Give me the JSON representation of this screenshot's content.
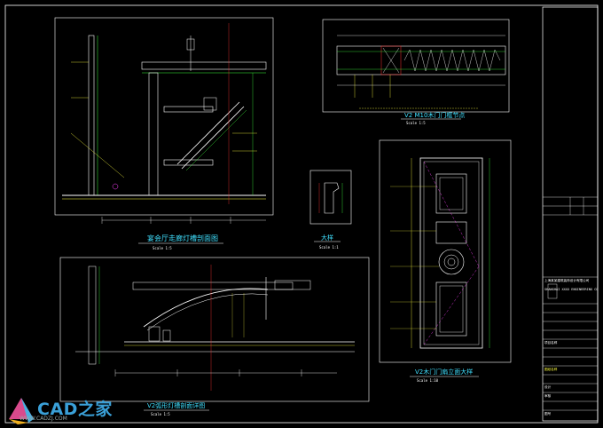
{
  "drawing": {
    "titles": {
      "view1": "宴会厅走廊灯槽剖面图",
      "view1_scale": "Scale 1:5",
      "view2": "V2 M10木门门框节点",
      "view2_scale": "Scale 1:5",
      "view3": "大样",
      "view3_scale": "Scale 1:1",
      "view4": "V2木门门扇立面大样",
      "view4_scale": "Scale 1:10",
      "view5": "V2弧形灯槽剖面详图",
      "view5_scale": "Scale 1:5"
    },
    "colors": {
      "bg": "#000000",
      "frame": "#ffffff",
      "line_white": "#ffffff",
      "line_green": "#3cff3c",
      "line_red": "#ff3030",
      "line_yellow": "#ffff40",
      "line_magenta": "#ff40ff",
      "line_cyan": "#40e0ff",
      "annotation": "#ffe400"
    }
  },
  "title_block": {
    "company_cn": "上海某某建筑装饰设计有限公司",
    "company_en": "SHANGHAI XXXX ENGINEERING CO.,LTD",
    "rows": [
      "项目名称",
      "图纸名称",
      "设计",
      "审核",
      "图号"
    ]
  },
  "watermark": {
    "brand": "CAD之家",
    "url": "WWW.CADZJ.COM"
  }
}
